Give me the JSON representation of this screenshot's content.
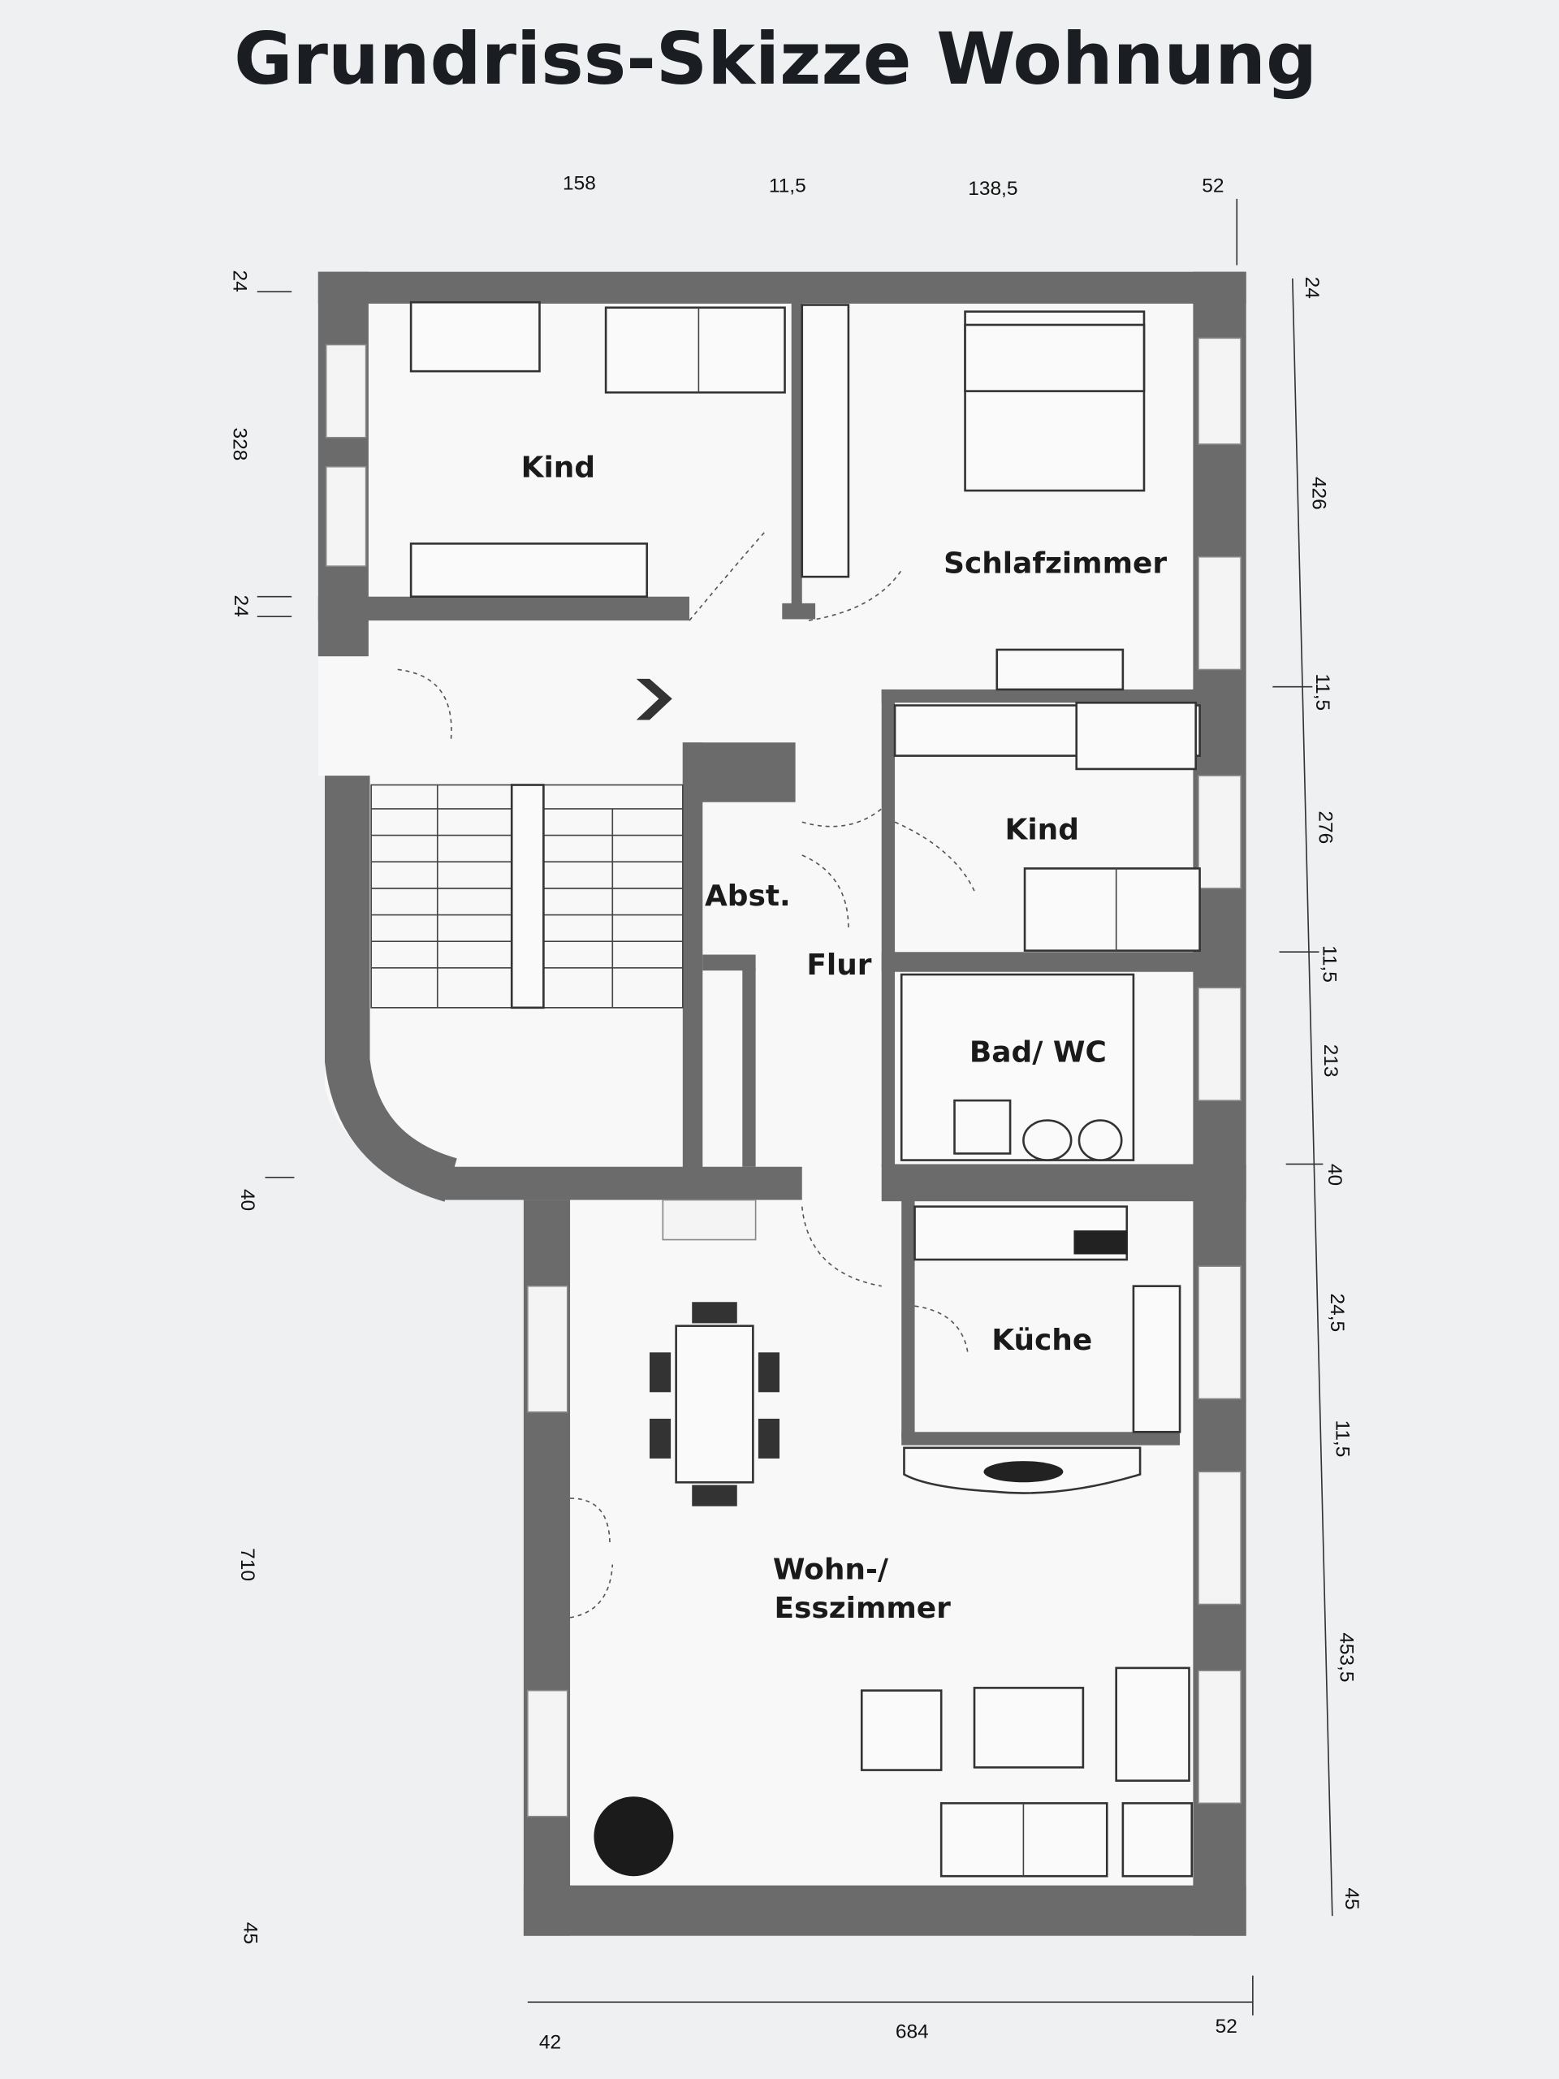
{
  "title": "Grundriss-Skizze Wohnung",
  "rooms": {
    "kind_1": "Kind",
    "schlafzimmer": "Schlafzimmer",
    "kind_2": "Kind",
    "abstellraum": "Abst.",
    "flur": "Flur",
    "bad_wc": "Bad/ WC",
    "kueche": "Küche",
    "wohn_line1": "Wohn-/",
    "wohn_line2": "Esszimmer"
  },
  "dimensions": {
    "top": [
      "158",
      "11,5",
      "138,5",
      "52"
    ],
    "left": [
      "24",
      "328",
      "24",
      "40",
      "710",
      "45"
    ],
    "right": [
      "24",
      "426",
      "11,5",
      "276",
      "11,5",
      "213",
      "40",
      "24,5",
      "11,5",
      "453,5",
      "45"
    ],
    "bottom": [
      "42",
      "684",
      "52"
    ]
  },
  "colors": {
    "wall": "#6b6b6b",
    "paper": "#eef0f1",
    "text": "#1a1a1a"
  }
}
